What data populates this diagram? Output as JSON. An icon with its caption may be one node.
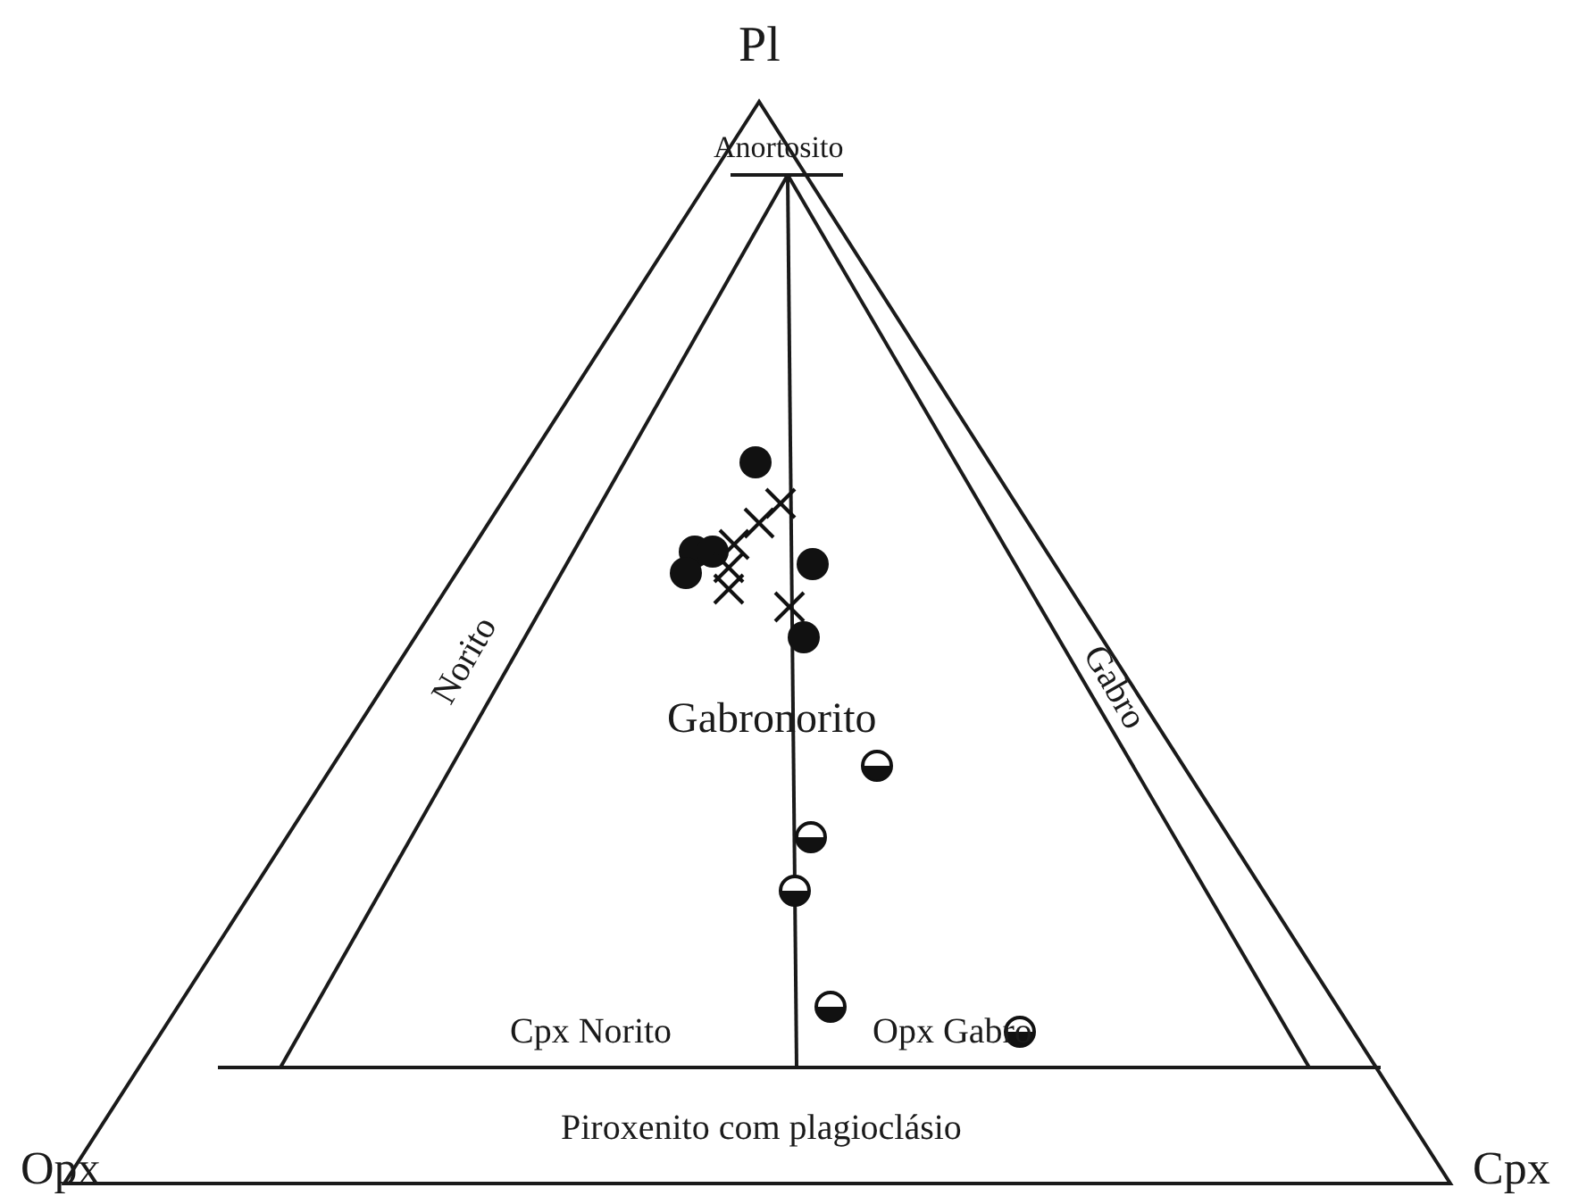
{
  "diagram": {
    "labels": [
      "Pl",
      "Anortosito",
      "Norito",
      "Gabro",
      "Gabronorito",
      "Cpx Norito",
      "Opx Gabro",
      "Opx",
      "Piroxenito com plagioclásio",
      "Cpx"
    ]
  }
}
